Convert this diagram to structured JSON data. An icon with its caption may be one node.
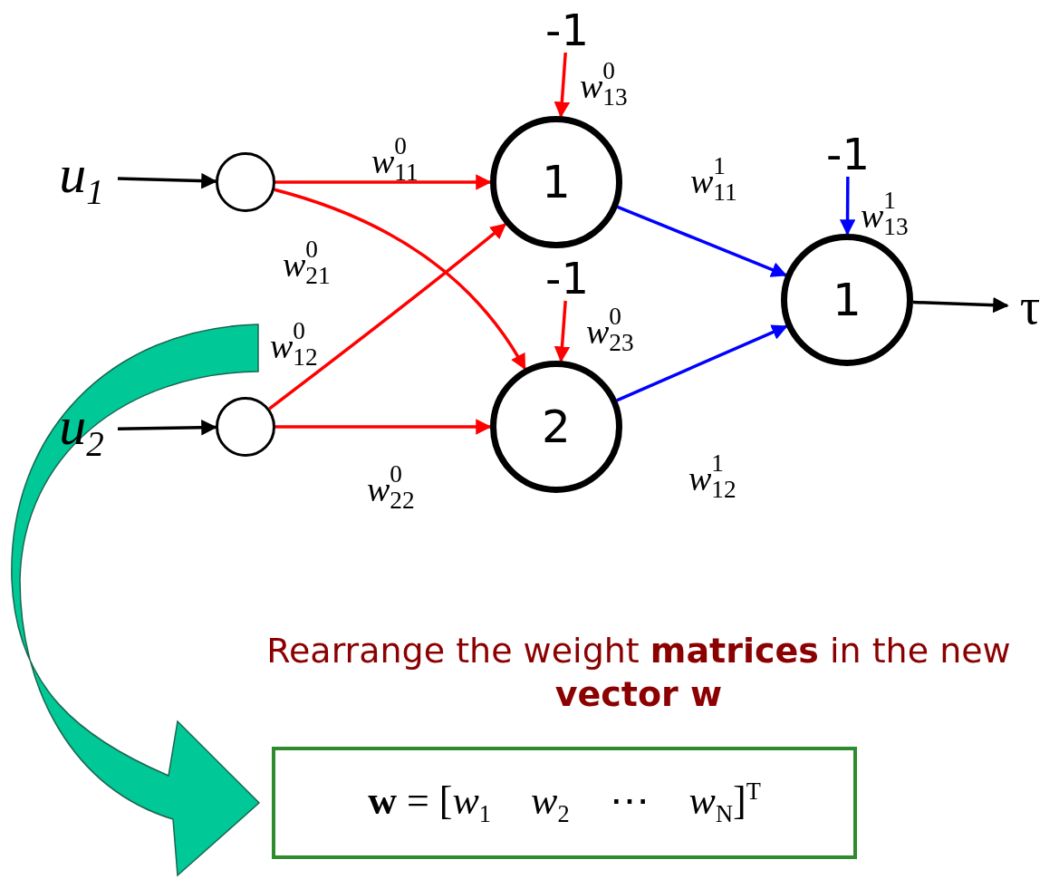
{
  "diagram": {
    "nodes": [
      {
        "text": [
          "u$_{1}$"
        ]
      },
      {
        "text": [],
        "shape": "circle"
      },
      {
        "text": [
          "u$_{2}$"
        ]
      },
      {
        "text": [],
        "shape": "circle"
      },
      {
        "text": [
          "1"
        ]
      },
      {
        "text": [
          "2"
        ]
      },
      {
        "text": [
          "1"
        ]
      },
      {
        "text": [
          "-1"
        ]
      },
      {
        "text": [
          "-1"
        ]
      },
      {
        "text": [
          "-1"
        ]
      },
      {
        "text": [
          "τ"
        ]
      },
      {
        "text": [
          "**w** = [*w*$_{1}$    *w*$_{2}$    ⋯    *w*$_{N}$]$^{T}$"
        ]
      }
    ],
    "edges": [
      {
        "from": 0,
        "to": 1,
        "arrow": "to",
        "color": "#000000"
      },
      {
        "from": 2,
        "to": 3,
        "arrow": "to",
        "color": "#000000"
      },
      {
        "from": 1,
        "to": 4,
        "arrow": "to",
        "label": "w$^{0}$$_{11}$",
        "color": "#ff0000"
      },
      {
        "from": 1,
        "to": 5,
        "arrow": "to",
        "label": "w$^{0}$$_{21}$",
        "color": "#ff0000"
      },
      {
        "from": 3,
        "to": 4,
        "arrow": "to",
        "label": "w$^{0}$$_{12}$",
        "color": "#ff0000"
      },
      {
        "from": 3,
        "to": 5,
        "arrow": "to",
        "label": "w$^{0}$$_{22}$",
        "color": "#ff0000"
      },
      {
        "from": 7,
        "to": 4,
        "arrow": "to",
        "label": "w$^{0}$$_{13}$",
        "color": "#ff0000"
      },
      {
        "from": 8,
        "to": 5,
        "arrow": "to",
        "label": "w$^{0}$$_{23}$",
        "color": "#ff0000"
      },
      {
        "from": 4,
        "to": 6,
        "arrow": "to",
        "label": "w$^{1}$$_{11}$",
        "color": "#0000ff"
      },
      {
        "from": 5,
        "to": 6,
        "arrow": "to",
        "label": "w$^{1}$$_{12}$",
        "color": "#0000ff"
      },
      {
        "from": 9,
        "to": 6,
        "arrow": "to",
        "label": "w$^{1}$$_{13}$",
        "color": "#0000ff"
      },
      {
        "from": 6,
        "to": 10,
        "arrow": "to",
        "color": "#000000"
      },
      {
        "from": null,
        "to": 11,
        "arrow": "to",
        "style": "thick",
        "color": "#00c896"
      }
    ],
    "labels": [
      "Rearrange the weight **matrices** in the new **vector w**"
    ]
  }
}
